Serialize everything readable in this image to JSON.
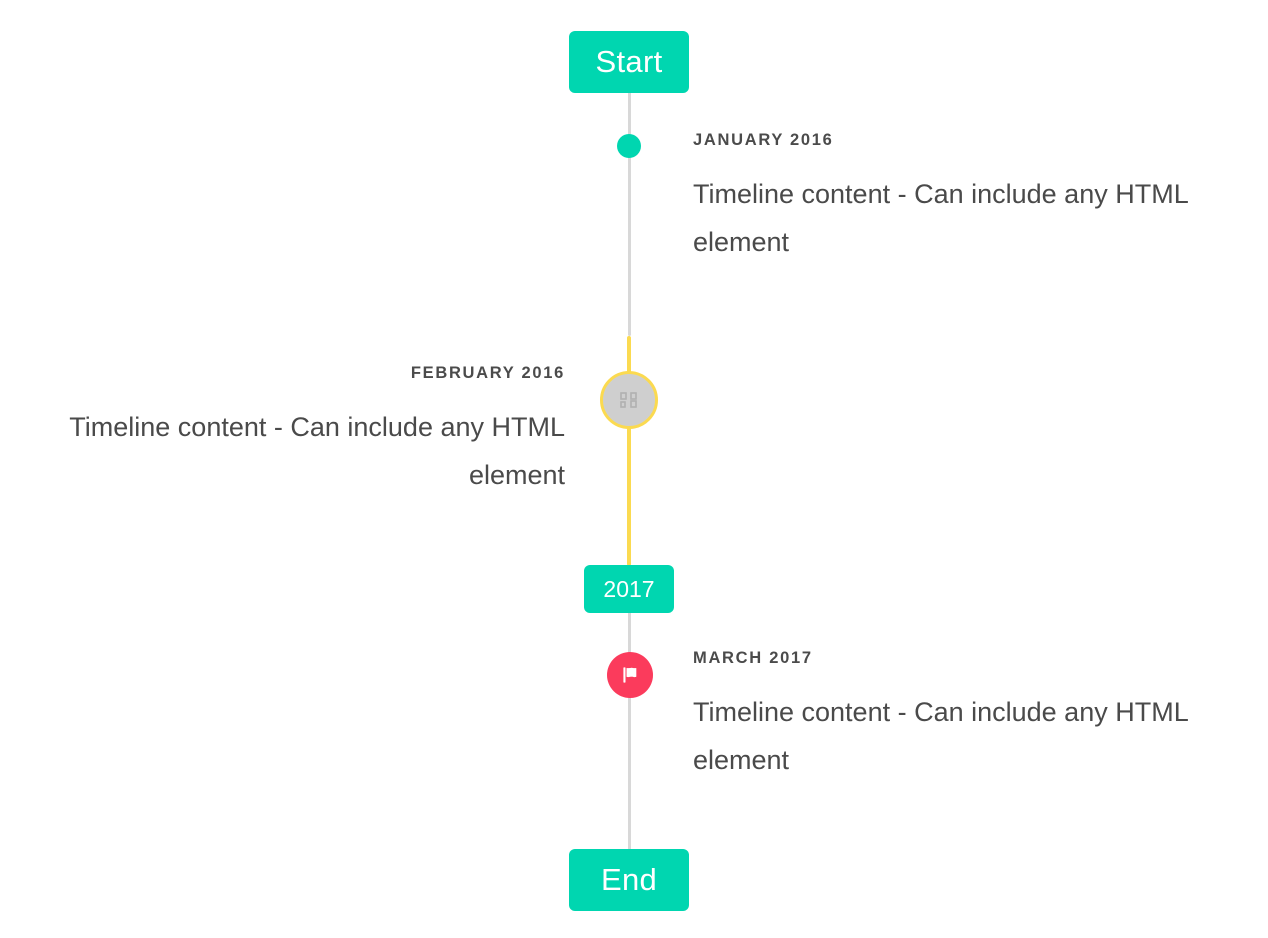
{
  "timeline": {
    "start_label": "Start",
    "end_label": "End",
    "year_marker_label": "2017",
    "colors": {
      "accent_teal": "#00d6b0",
      "rail_grey": "#d8d8d8",
      "rail_yellow": "#fbda50",
      "flag_red": "#fb3b5c",
      "marker_grey": "#cfcfcf",
      "text": "#4a4a4a",
      "background": "#ffffff"
    },
    "entries": [
      {
        "date": "JANUARY 2016",
        "body": "Timeline content - Can include any HTML element",
        "side": "right",
        "marker": "dot-icon"
      },
      {
        "date": "FEBRUARY 2016",
        "body": "Timeline content - Can include any HTML element",
        "side": "left",
        "marker": "placeholder-glyph-icon"
      },
      {
        "date": "MARCH 2017",
        "body": "Timeline content - Can include any HTML element",
        "side": "right",
        "marker": "flag-icon"
      }
    ]
  }
}
